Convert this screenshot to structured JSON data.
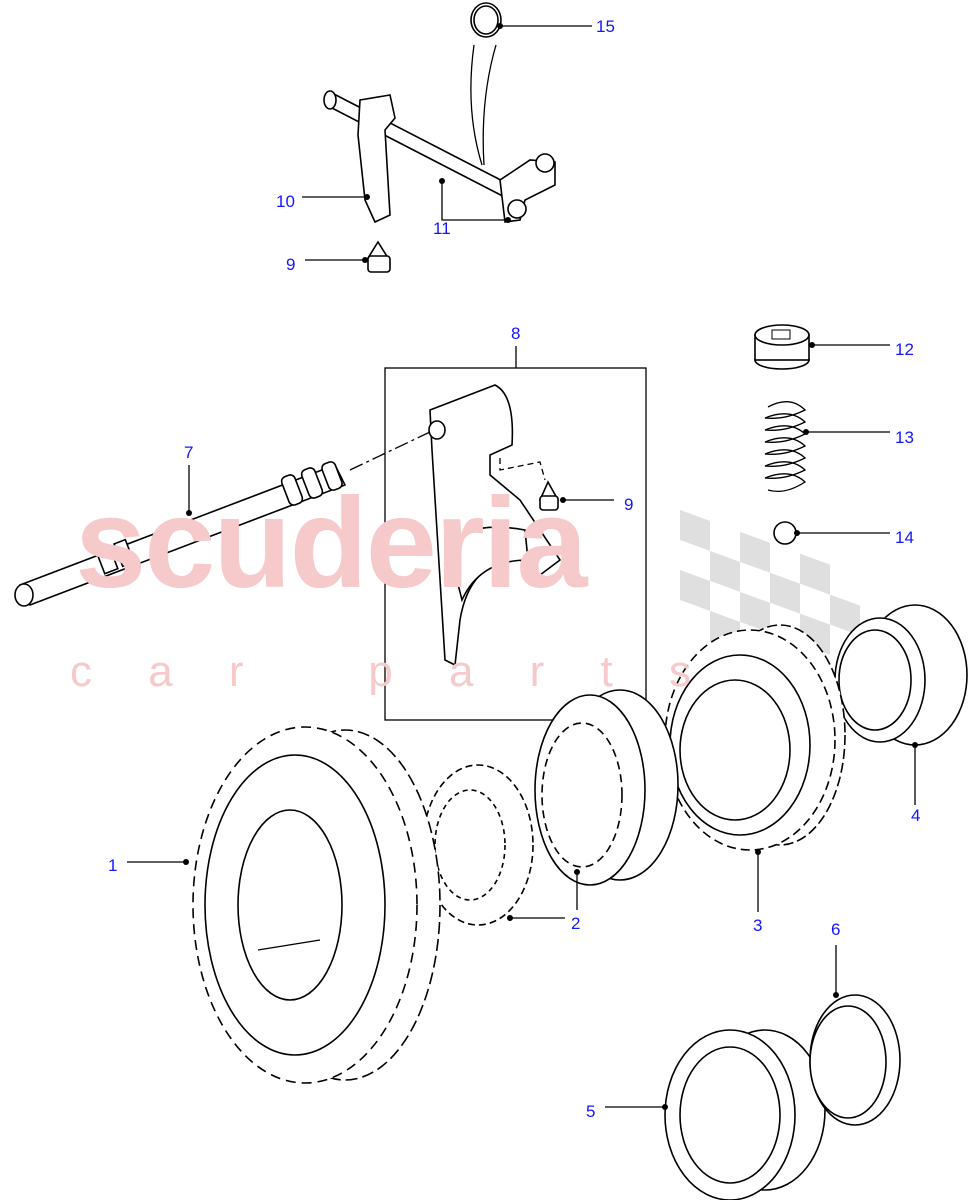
{
  "watermark": {
    "brand": "scuderia",
    "tagline": "c a r   p a r t s",
    "color": "#f4b8bb"
  },
  "label_color": "#1515ff",
  "callouts": [
    {
      "id": "c15",
      "text": "15"
    },
    {
      "id": "c10",
      "text": "10"
    },
    {
      "id": "c11",
      "text": "11"
    },
    {
      "id": "c9a",
      "text": "9"
    },
    {
      "id": "c8",
      "text": "8"
    },
    {
      "id": "c12",
      "text": "12"
    },
    {
      "id": "c13",
      "text": "13"
    },
    {
      "id": "c7",
      "text": "7"
    },
    {
      "id": "c9b",
      "text": "9"
    },
    {
      "id": "c14",
      "text": "14"
    },
    {
      "id": "c4",
      "text": "4"
    },
    {
      "id": "c1",
      "text": "1"
    },
    {
      "id": "c2",
      "text": "2"
    },
    {
      "id": "c3",
      "text": "3"
    },
    {
      "id": "c6",
      "text": "6"
    },
    {
      "id": "c5",
      "text": "5"
    }
  ]
}
